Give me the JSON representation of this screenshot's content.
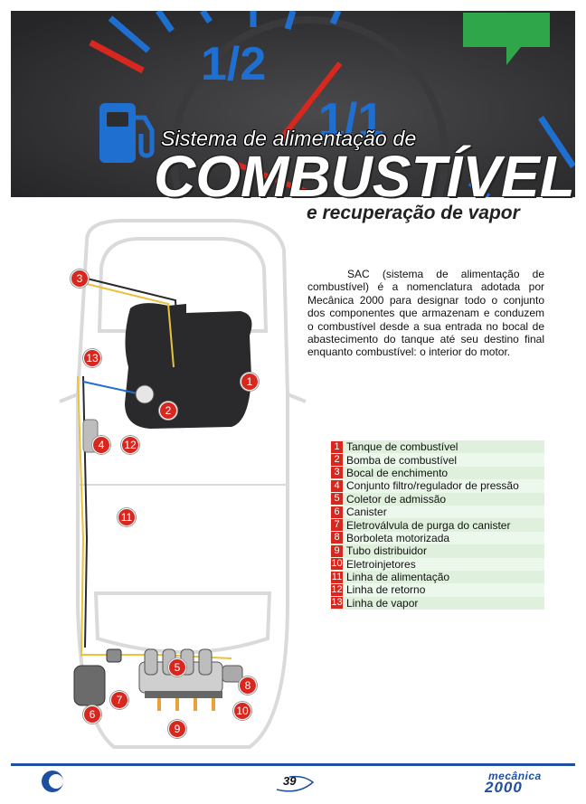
{
  "gauge": {
    "half_mark": "1/2",
    "full_mark": "1/1",
    "icon": "fuel-pump-icon",
    "colors": {
      "background": "#2d2d2f",
      "needle": "#d8271f",
      "tick_blue": "#1f6fd1",
      "tick_red": "#d8271f",
      "indicator": "#2fa64a"
    }
  },
  "title": {
    "line1": "Sistema de alimentação de",
    "main": "COMBUSTÍVEL",
    "sub": "e recuperação de vapor"
  },
  "intro": "SAC (sistema de alimentação de combustível) é a nomenclatura adotada por Mecânica 2000 para designar todo o conjunto dos componentes que armazenam e conduzem o combustível desde a sua entrada no bocal de abastecimento do tanque até seu destino final enquanto combustível: o interior do motor.",
  "diagram": {
    "callouts": [
      "1",
      "2",
      "3",
      "4",
      "5",
      "6",
      "7",
      "8",
      "9",
      "10",
      "11",
      "12",
      "13"
    ],
    "colors": {
      "callout": "#d8271f",
      "fuel_line": "#e9c33b",
      "car_outline": "#d9d9d9"
    }
  },
  "legend": [
    {
      "num": "1",
      "label": "Tanque de combustível"
    },
    {
      "num": "2",
      "label": "Bomba de combustível"
    },
    {
      "num": "3",
      "label": "Bocal de enchimento"
    },
    {
      "num": "4",
      "label": "Conjunto filtro/regulador de pressão"
    },
    {
      "num": "5",
      "label": "Coletor de admissão"
    },
    {
      "num": "6",
      "label": "Canister"
    },
    {
      "num": "7",
      "label": "Eletroválvula de purga do canister"
    },
    {
      "num": "8",
      "label": "Borboleta motorizada"
    },
    {
      "num": "9",
      "label": "Tubo distribuidor"
    },
    {
      "num": "10",
      "label": "Eletroinjetores"
    },
    {
      "num": "11",
      "label": "Linha de alimentação"
    },
    {
      "num": "12",
      "label": "Linha de retorno"
    },
    {
      "num": "13",
      "label": "Linha de vapor"
    }
  ],
  "footer": {
    "page_number": "39",
    "brand_top": "mecânica",
    "brand_bottom": "2000",
    "accent": "#1e4fa0"
  }
}
